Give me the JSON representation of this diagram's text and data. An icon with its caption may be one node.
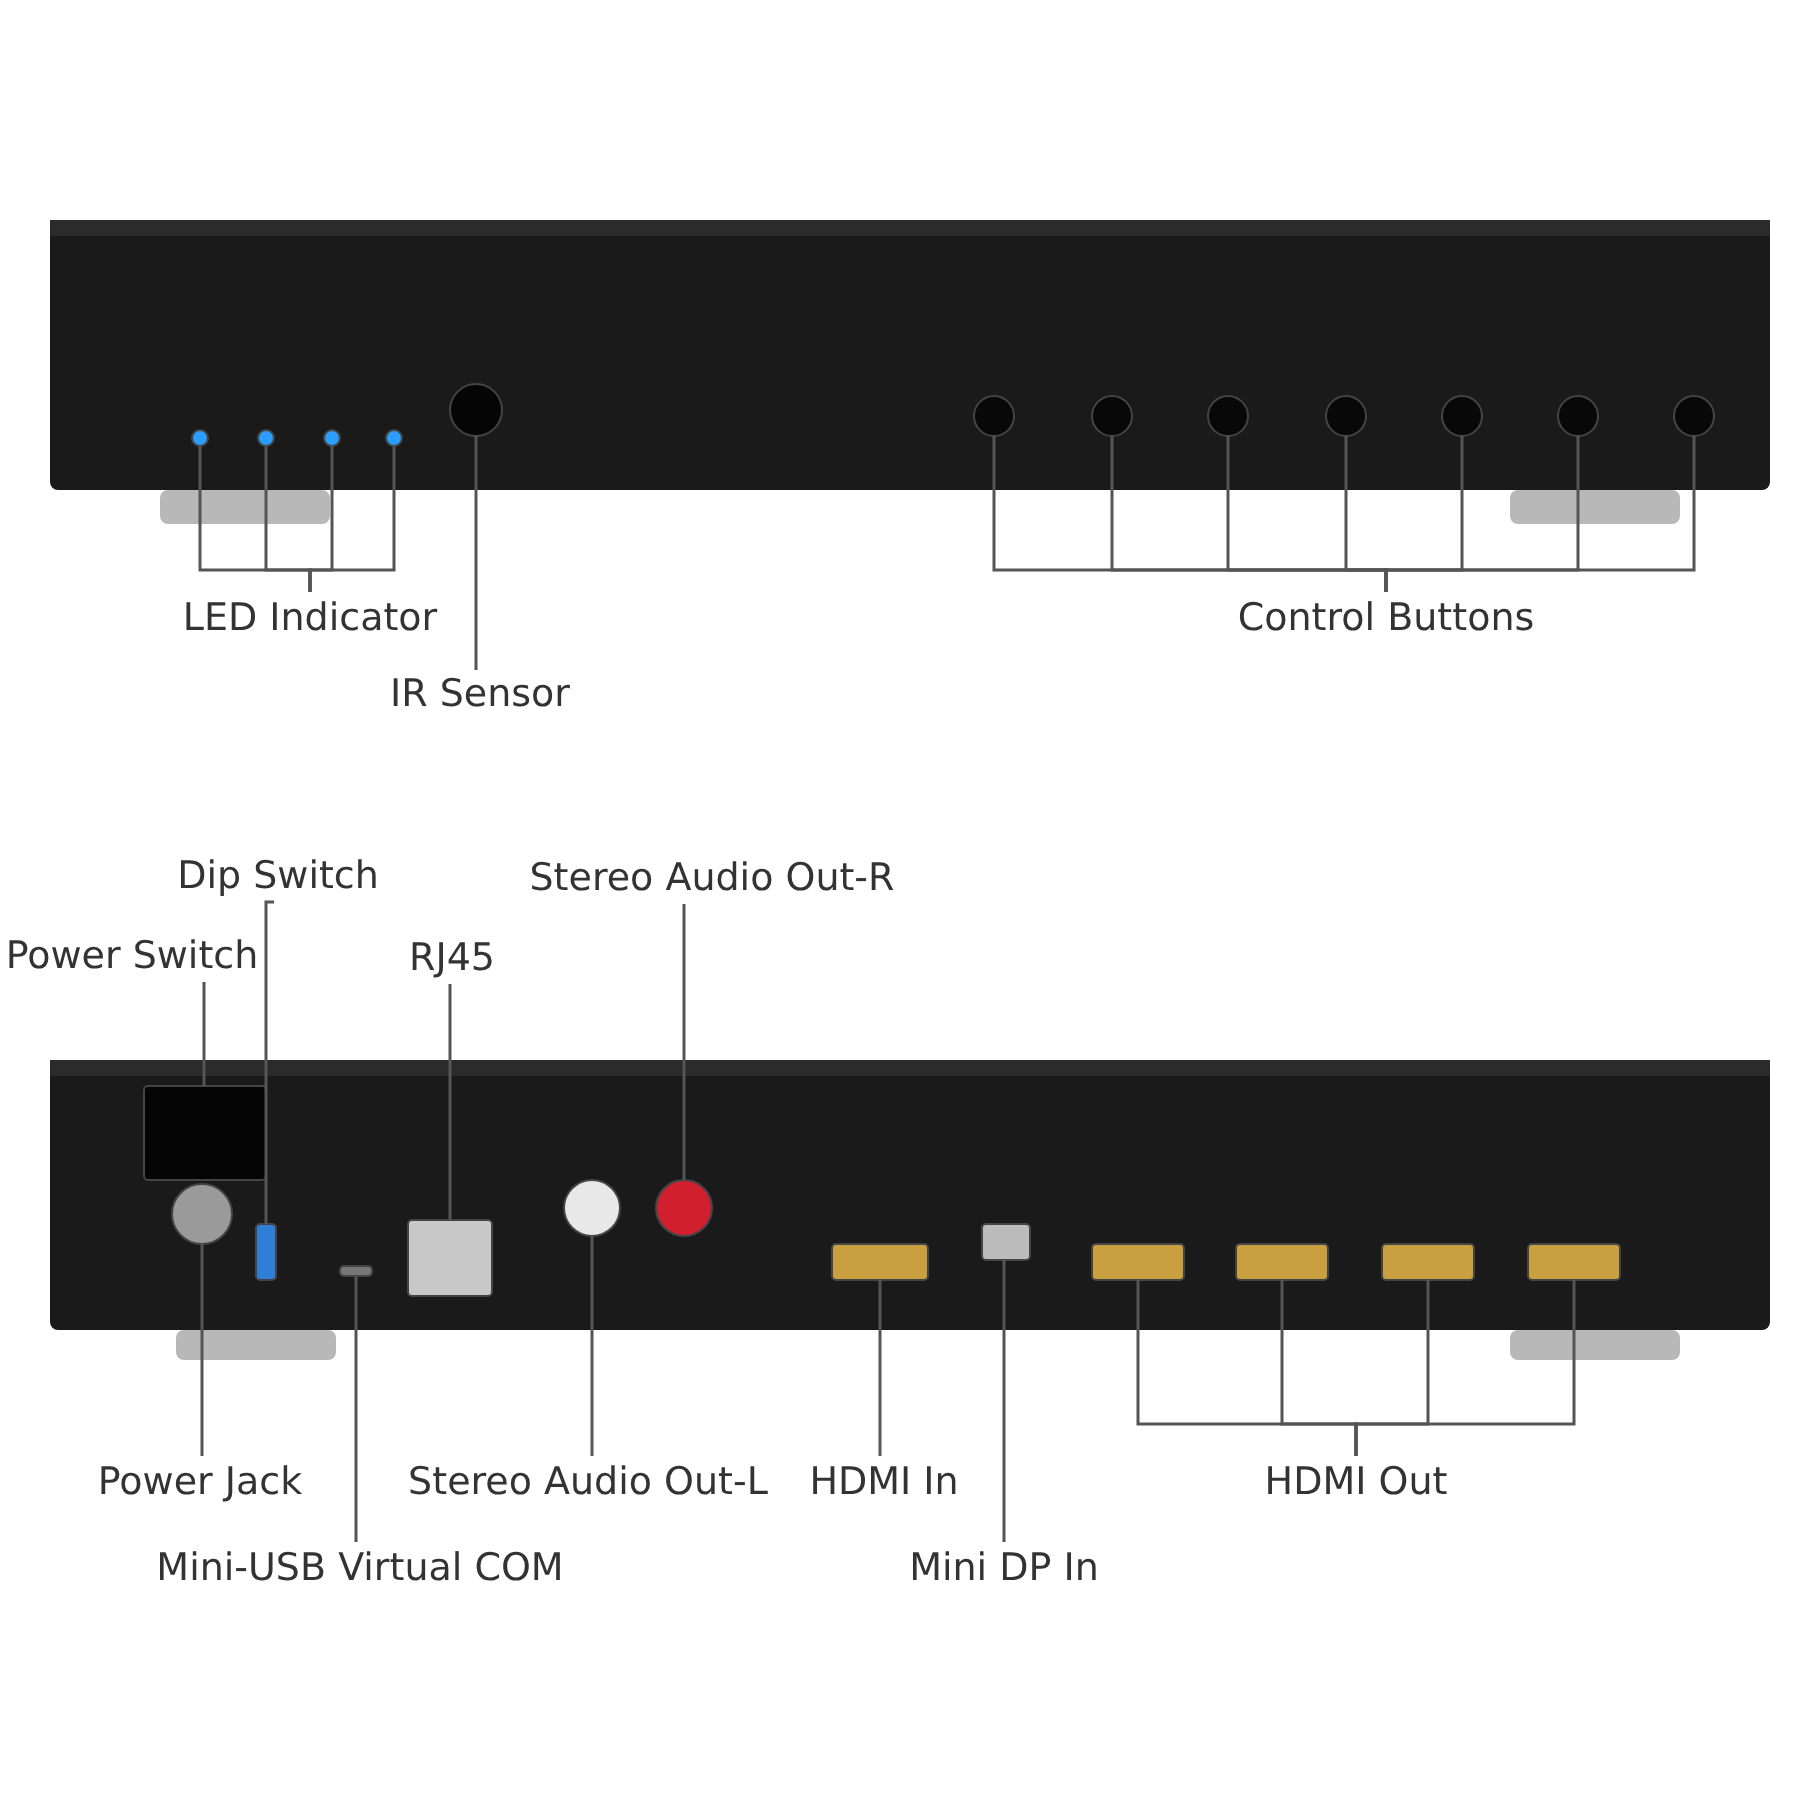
{
  "diagram": {
    "nodes": [
      {
        "text": [
          "LED Indicator"
        ]
      },
      {
        "text": [
          "IR Sensor"
        ]
      },
      {
        "text": [
          "Control Buttons"
        ]
      },
      {
        "text": [],
        "shape": "circle"
      },
      {
        "text": [],
        "shape": "circle"
      },
      {
        "text": [],
        "shape": "circle"
      },
      {
        "text": [],
        "shape": "circle"
      },
      {
        "text": [],
        "shape": "circle"
      },
      {
        "text": [],
        "shape": "circle"
      },
      {
        "text": [],
        "shape": "circle"
      },
      {
        "text": [],
        "shape": "circle"
      },
      {
        "text": [],
        "shape": "circle"
      },
      {
        "text": [],
        "shape": "circle"
      },
      {
        "text": [],
        "shape": "circle"
      },
      {
        "text": [],
        "shape": "circle"
      },
      {
        "text": [
          "Dip Switch"
        ]
      },
      {
        "text": [
          "Power Switch"
        ]
      },
      {
        "text": [
          "RJ45"
        ]
      },
      {
        "text": [
          "Stereo Audio Out-R"
        ]
      },
      {
        "text": [
          "Power Jack"
        ]
      },
      {
        "text": [
          "Stereo Audio Out-L"
        ]
      },
      {
        "text": [
          "HDMI In"
        ]
      },
      {
        "text": [
          "HDMI Out"
        ]
      },
      {
        "text": [
          "Mini-USB Virtual COM"
        ]
      },
      {
        "text": [
          "Mini DP In"
        ]
      },
      {
        "text": [],
        "shape": "box"
      },
      {
        "text": [],
        "shape": "box"
      },
      {
        "text": [],
        "shape": "circle"
      },
      {
        "text": [],
        "shape": "box"
      },
      {
        "text": [],
        "shape": "box"
      },
      {
        "text": [],
        "shape": "circle"
      },
      {
        "text": [],
        "shape": "circle"
      },
      {
        "text": [],
        "shape": "box"
      },
      {
        "text": [],
        "shape": "box"
      },
      {
        "text": [],
        "shape": "box"
      },
      {
        "text": [],
        "shape": "box"
      },
      {
        "text": [],
        "shape": "box"
      },
      {
        "text": [],
        "shape": "box"
      }
    ],
    "edges": [
      {
        "from": 0,
        "to": 3,
        "arrow": "none"
      },
      {
        "from": 0,
        "to": 4,
        "arrow": "none"
      },
      {
        "from": 0,
        "to": 5,
        "arrow": "none"
      },
      {
        "from": 0,
        "to": 6,
        "arrow": "none"
      },
      {
        "from": 1,
        "to": 7,
        "arrow": "none"
      },
      {
        "from": 2,
        "to": 8,
        "arrow": "none"
      },
      {
        "from": 2,
        "to": 9,
        "arrow": "none"
      },
      {
        "from": 2,
        "to": 10,
        "arrow": "none"
      },
      {
        "from": 2,
        "to": 11,
        "arrow": "none"
      },
      {
        "from": 2,
        "to": 12,
        "arrow": "none"
      },
      {
        "from": 2,
        "to": 13,
        "arrow": "none"
      },
      {
        "from": 2,
        "to": 14,
        "arrow": "none"
      },
      {
        "from": 15,
        "to": 26,
        "arrow": "none"
      },
      {
        "from": 16,
        "to": 25,
        "arrow": "none"
      },
      {
        "from": 17,
        "to": 29,
        "arrow": "none"
      },
      {
        "from": 18,
        "to": 31,
        "arrow": "none"
      },
      {
        "from": 19,
        "to": 27,
        "arrow": "none"
      },
      {
        "from": 20,
        "to": 30,
        "arrow": "none"
      },
      {
        "from": 21,
        "to": 32,
        "arrow": "none"
      },
      {
        "from": 22,
        "to": 34,
        "arrow": "none"
      },
      {
        "from": 22,
        "to": 35,
        "arrow": "none"
      },
      {
        "from": 22,
        "to": 36,
        "arrow": "none"
      },
      {
        "from": 22,
        "to": 37,
        "arrow": "none"
      },
      {
        "from": 23,
        "to": 28,
        "arrow": "none"
      },
      {
        "from": 24,
        "to": 33,
        "arrow": "none"
      }
    ]
  }
}
